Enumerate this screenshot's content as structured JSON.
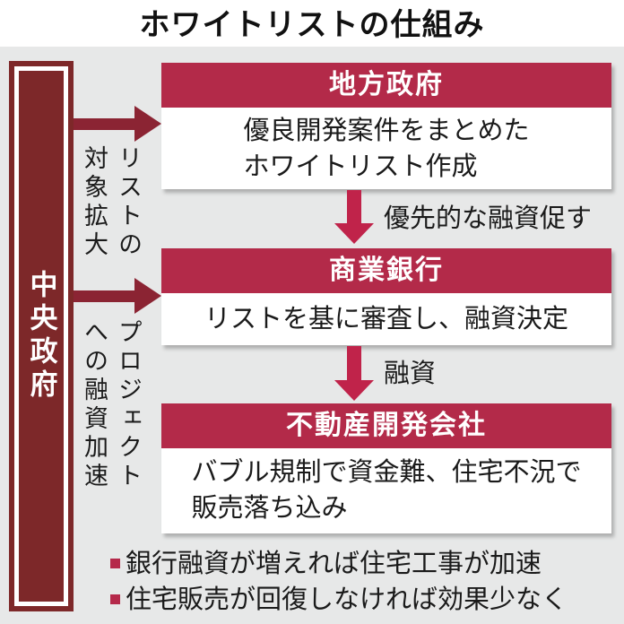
{
  "title": "ホワイトリストの仕組み",
  "palette": {
    "background_gray": "#e7e8e8",
    "bar_maroon": "#7d2829",
    "header_crimson": "#b32a49",
    "down_arrow_red": "#c0234a",
    "right_arrow_maroon": "#8b2433",
    "bullet_red": "#b5294a"
  },
  "central_government": {
    "label": "中央政府"
  },
  "side_labels": {
    "list_expansion": "リストの\n対象拡大",
    "project_financing": "プロジェクト\nへの融資加速"
  },
  "boxes": [
    {
      "header": "地方政府",
      "body": "優良開発案件をまとめた\nホワイトリスト作成"
    },
    {
      "header": "商業銀行",
      "body": "リストを基に審査し、融資決定"
    },
    {
      "header": "不動産開発会社",
      "body": "バブル規制で資金難、住宅不況で\n販売落ち込み"
    }
  ],
  "flow_labels": {
    "to_banks": "優先的な融資促す",
    "to_developers": "融資"
  },
  "notes": [
    "銀行融資が増えれば住宅工事が加速",
    "住宅販売が回復しなければ効果少なく"
  ]
}
